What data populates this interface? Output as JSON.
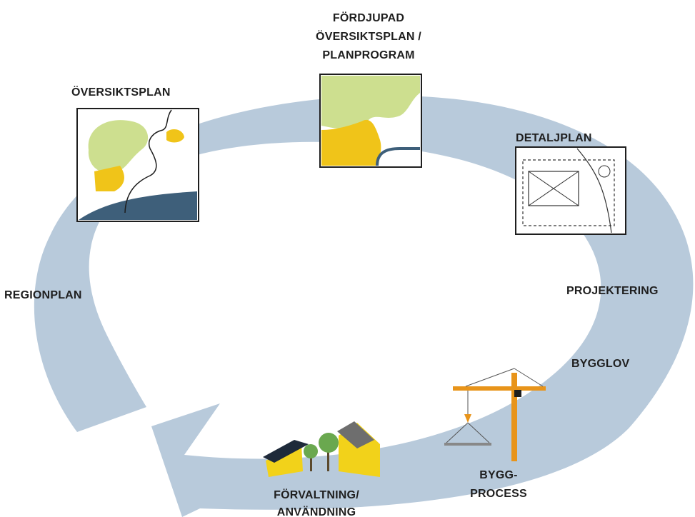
{
  "stages": {
    "fordjupad_line1": "FÖRDJUPAD",
    "fordjupad_line2": "ÖVERSIKTSPLAN /",
    "fordjupad_line3": "PLANPROGRAM",
    "oversiktsplan": "ÖVERSIKTSPLAN",
    "detaljplan": "DETALJPLAN",
    "regionplan": "REGIONPLAN",
    "projektering": "PROJEKTERING",
    "bygglov": "BYGGLOV",
    "byggprocess_line1": "BYGG-",
    "byggprocess_line2": "PROCESS",
    "forvaltning_line1": "FÖRVALTNING/",
    "forvaltning_line2": "ANVÄNDNING"
  },
  "colors": {
    "cycle": "#b8cadb",
    "land_green": "#cddf8f",
    "land_yellow": "#f0c419",
    "water_navy": "#3e5f7a",
    "crane_orange": "#e8941a",
    "house_yellow": "#f2d21a",
    "roof_dark": "#1e2a3a",
    "roof_grey": "#6e6e6e",
    "tree_green": "#6aa84f"
  }
}
